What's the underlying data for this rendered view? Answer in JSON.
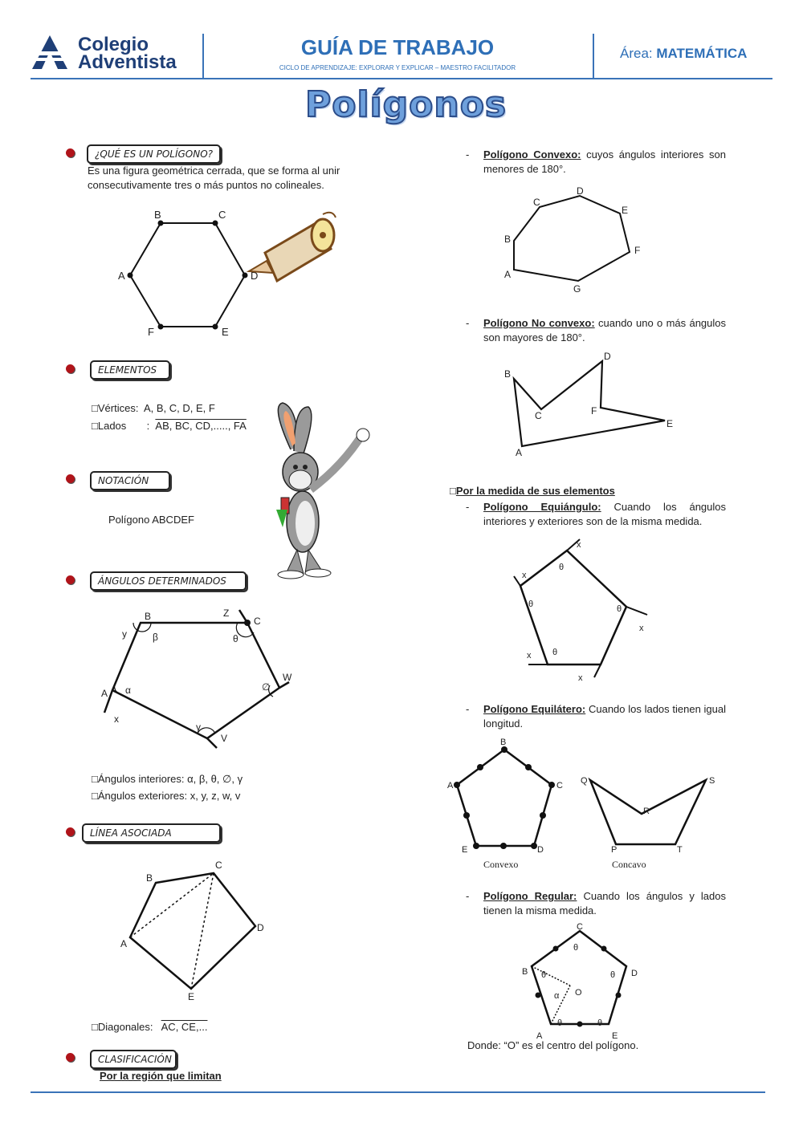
{
  "header": {
    "logo_line1": "Colegio",
    "logo_line2": "Adventista",
    "title": "GUÍA DE TRABAJO",
    "subtitle": "CICLO DE APRENDIZAJE: EXPLORAR Y EXPLICAR – MAESTRO FACILITADOR",
    "area_label": "Área:",
    "area_value": "MATEMÁTICA"
  },
  "page_title": "Polígonos",
  "left": {
    "q_tag": "¿QUÉ ES UN POLÍGONO?",
    "q_text": "Es una figura geométrica cerrada, que se forma al unir consecutivamente tres o más puntos no colineales.",
    "hexagon_labels": [
      "A",
      "B",
      "C",
      "D",
      "E",
      "F"
    ],
    "elements_tag": "ELEMENTOS",
    "vertices_label": "Vértices:",
    "vertices_value": "A, B, C, D, E, F",
    "sides_label": "Lados",
    "sides_value": "AB, BC, CD,....., FA",
    "notation_tag": "NOTACIÓN",
    "notation_value": "Polígono ABCDEF",
    "angles_tag": "ÁNGULOS DETERMINADOS",
    "angles_interior": "Ángulos interiores: α, β, θ, ∅, γ",
    "angles_exterior": "Ángulos exteriores: x, y, z, w, v",
    "line_tag": "LÍNEA ASOCIADA",
    "diagonals": "Diagonales:",
    "diagonals_value": "AC, CE,...",
    "class_tag": "CLASIFICACIÓN",
    "class_sub": "Por la región que limitan"
  },
  "right": {
    "convex_title": "Polígono Convexo:",
    "convex_text": "cuyos ángulos interiores son menores de 180°.",
    "nonconvex_title": "Polígono No convexo:",
    "nonconvex_text": "cuando uno o más ángulos son mayores de 180°.",
    "by_measure": "Por la medida de sus elementos",
    "equiangle_title": "Polígono Equiángulo:",
    "equiangle_text": "Cuando los ángulos interiores y exteriores son de la misma medida.",
    "equilateral_title": "Polígono Equilátero:",
    "equilateral_text": "Cuando los lados tienen igual longitud.",
    "convexo_caption": "Convexo",
    "concavo_caption": "Concavo",
    "regular_title": "Polígono Regular:",
    "regular_text": "Cuando los ángulos y lados tienen la misma medida.",
    "regular_note": "Donde: “O” es el centro del polígono."
  },
  "colors": {
    "accent": "#2e6fb7",
    "bullet": "#b0141a"
  }
}
